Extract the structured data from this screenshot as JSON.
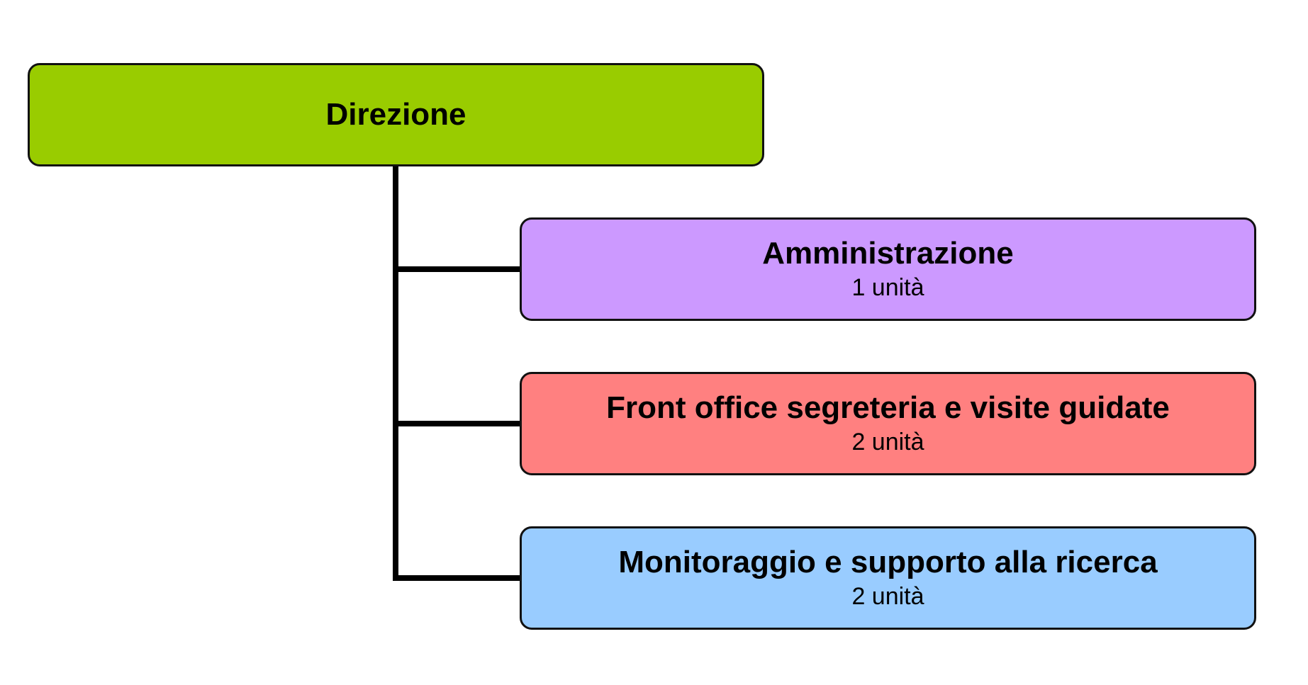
{
  "root": {
    "title": "Direzione",
    "color": "#99cc00"
  },
  "units": [
    {
      "title": "Amministrazione",
      "subtitle": "1 unità",
      "color": "#cc99ff"
    },
    {
      "title": "Front office segreteria e visite guidate",
      "subtitle": "2 unità",
      "color": "#ff8080"
    },
    {
      "title": "Monitoraggio e supporto alla ricerca",
      "subtitle": "2 unità",
      "color": "#99ccff"
    }
  ],
  "line_color": "#000000"
}
